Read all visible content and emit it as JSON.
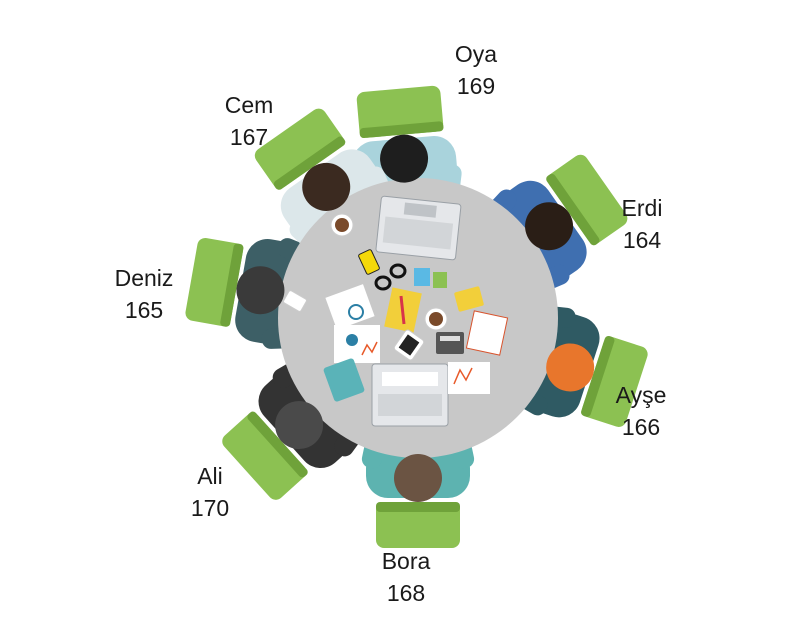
{
  "title": "Meeting table illustration with participant heights",
  "colors": {
    "table": "#c8c8c8",
    "chair": "#8cc152",
    "chair_dark": "#6fa23a",
    "text": "#1a1a1a"
  },
  "participants": [
    {
      "name": "Oya",
      "value": "169",
      "shirt": "#a9d3dc",
      "hair": "#1e1e1e"
    },
    {
      "name": "Erdi",
      "value": "164",
      "shirt": "#3f6fb0",
      "hair": "#2a1e16"
    },
    {
      "name": "Ayşe",
      "value": "166",
      "shirt": "#2f5a63",
      "hair": "#e8762c"
    },
    {
      "name": "Bora",
      "value": "168",
      "shirt": "#5db3b0",
      "hair": "#6b5443"
    },
    {
      "name": "Ali",
      "value": "170",
      "shirt": "#333333",
      "hair": "#4a4a4a"
    },
    {
      "name": "Deniz",
      "value": "165",
      "shirt": "#3d5f66",
      "hair": "#3a3a3a"
    },
    {
      "name": "Cem",
      "value": "167",
      "shirt": "#dce7ea",
      "hair": "#3b2a20"
    }
  ]
}
